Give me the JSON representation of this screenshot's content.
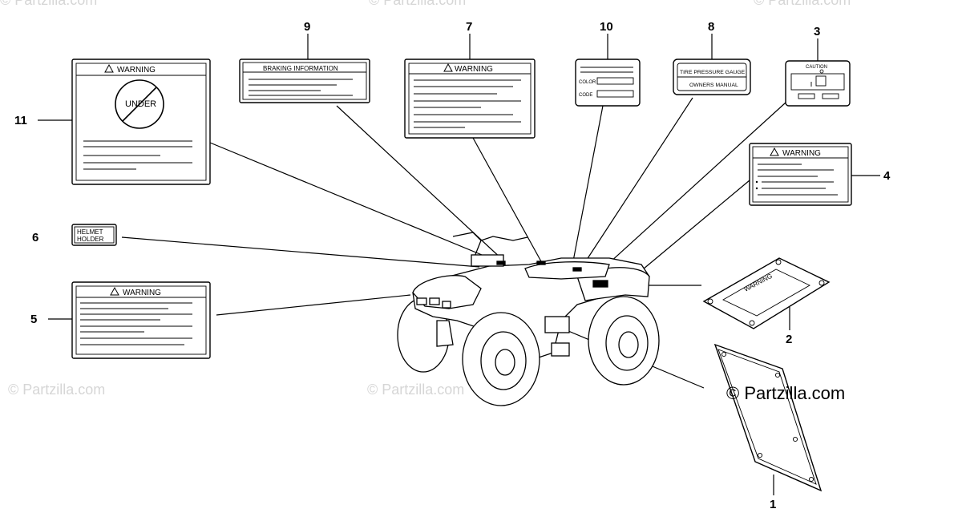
{
  "watermarks": {
    "main": "© Partzilla.com",
    "faint_left": "© Partzilla.com",
    "faint_center": "© Partzilla.com",
    "faint_top_left": "© Partzilla.com",
    "faint_top_center": "© Partzilla.com",
    "faint_top_right": "© Partzilla.com"
  },
  "callouts": {
    "c1": "1",
    "c2": "2",
    "c3": "3",
    "c4": "4",
    "c5": "5",
    "c6": "6",
    "c7": "7",
    "c8": "8",
    "c9": "9",
    "c10": "10",
    "c11": "11"
  },
  "labels": {
    "warning": "WARNING",
    "under": "UNDER",
    "braking": "BRAKING INFORMATION",
    "tire_line1": "TIRE PRESSURE GAUGE",
    "tire_line2": "OWNERS MANUAL",
    "caution": "CAUTION",
    "color": "COLOR",
    "code": "CODE",
    "helmet_line1": "HELMET",
    "helmet_line2": "HOLDER"
  }
}
